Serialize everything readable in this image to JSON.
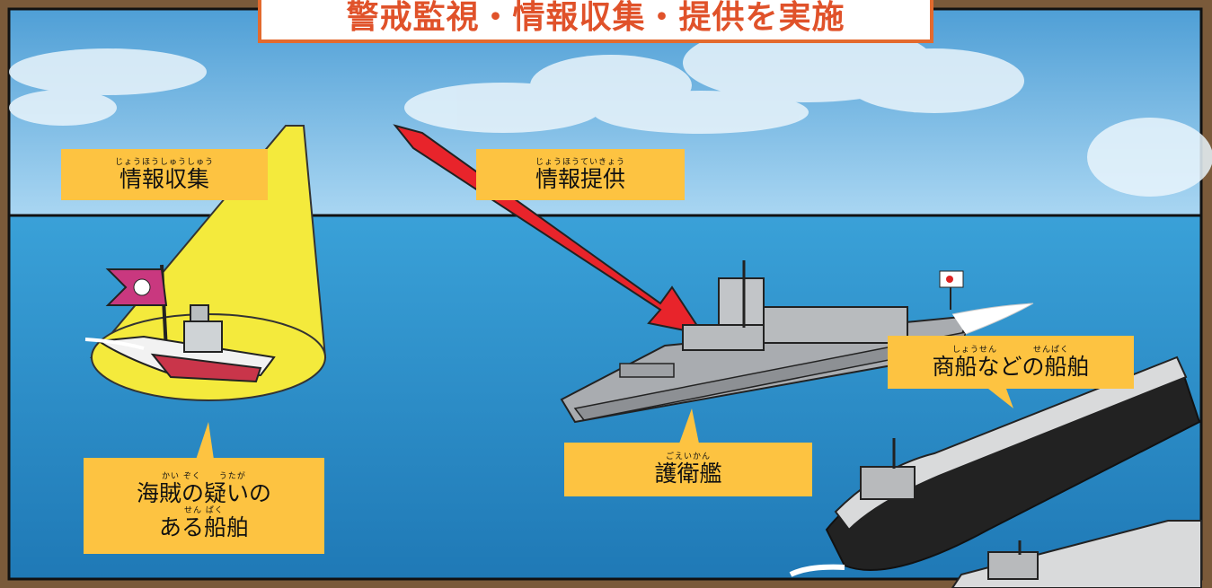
{
  "title": "警戒監視・情報収集・提供を実施",
  "labels": {
    "info_collection": {
      "ruby": "じょうほうしゅうしゅう",
      "text": "情報収集"
    },
    "info_provision": {
      "ruby": "じょうほうていきょう",
      "text": "情報提供"
    },
    "merchant_ships": {
      "ruby": "しょうせん　　　　せんぱく",
      "text": "商船などの船舶"
    },
    "escort_ship": {
      "ruby": "ごえいかん",
      "text": "護衛艦"
    },
    "suspected_pirates_line1": {
      "ruby": "かい ぞく　　うたが",
      "text": "海賊の疑いの"
    },
    "suspected_pirates_line2": {
      "ruby": "せん ぱく",
      "text": "ある船舶"
    }
  },
  "colors": {
    "sky": "#6fb3e3",
    "sea": "#2f8fc8",
    "label_bg": "#fdc341",
    "title_border": "#e36a2e",
    "title_text": "#e0522a",
    "arrow": "#e8242b",
    "searchlight": "#f4ea3c",
    "frame": "#7a5a3a"
  },
  "icons": [
    "searchlight-beam",
    "pirate-boat",
    "pirate-flag",
    "escort-destroyer",
    "japan-naval-ensign",
    "tanker-ship",
    "info-arrow"
  ]
}
